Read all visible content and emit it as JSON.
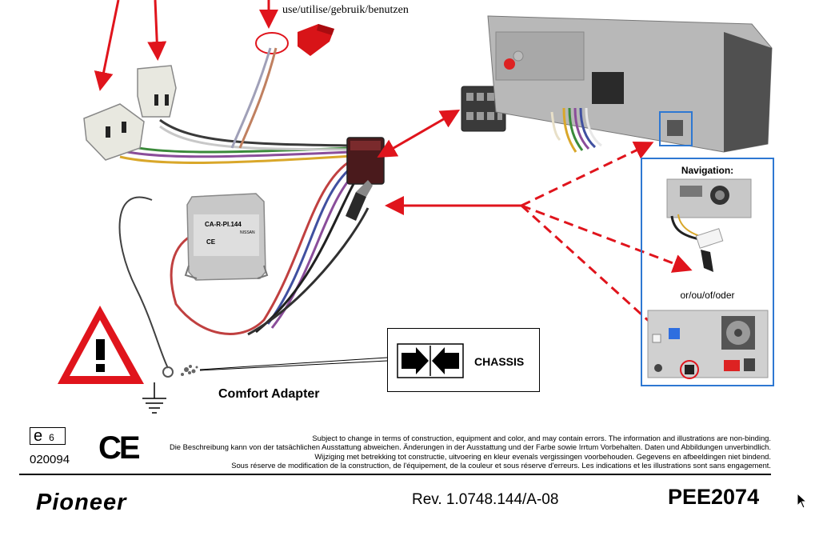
{
  "use_instruction": "use/utilise/gebruik/benutzen",
  "adapter": {
    "label": "CA-R-PI.144",
    "brand": "NISSAN",
    "ce": "CE",
    "name": "Comfort Adapter"
  },
  "navigation": {
    "title": "Navigation:",
    "or_text": "or/ou/of/oder"
  },
  "chassis_label": "CHASSIS",
  "footer": {
    "emark_letter": "e",
    "emark_number": "6",
    "approval_number": "020094",
    "ce_mark": "CE",
    "disclaimer": [
      "Subject to change in terms of construction, equipment and color, and may contain errors. The information and illustrations are non-binding.",
      "Die Beschreibung kann von der tatsächlichen Ausstattung abweichen. Änderungen in der Ausstattung und der Farbe sowie Irrtum Vorbehalten. Daten und Abbildungen unverbindlich.",
      "Wijziging met betrekking tot constructie, uitvoering en kleur evenals vergissingen voorbehouden. Gegevens en afbeeldingen niet bindend.",
      "Sous réserve de modification de la construction, de l'équipement, de la couleur et sous réserve d'erreurs. Les indications et les illustrations sont sans engagement."
    ],
    "brand": "Pioneer",
    "revision": "Rev. 1.0748.144/A-08",
    "model": "PEE2074"
  },
  "colors": {
    "arrow": "#e0141c",
    "nav_border": "#2e78d2",
    "warning": "#e0141c"
  }
}
